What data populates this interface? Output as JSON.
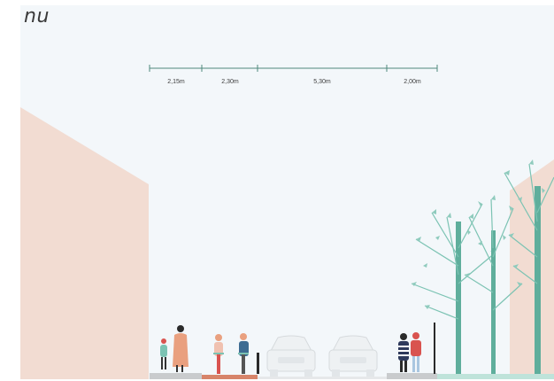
{
  "title": "nu",
  "dimensions": [
    "2,15m",
    "2,30m",
    "5,30m",
    "2,00m"
  ],
  "colors": {
    "background": "#f3f7fa",
    "building": "#f2dcd2",
    "dimension_line": "#4f8a7c",
    "tree": "#7cc3b3",
    "tree_trunk": "#5fae9c",
    "bike_lane": "#d7846a",
    "sidewalk": "#c9cbcd",
    "car": "#e8ebee"
  }
}
